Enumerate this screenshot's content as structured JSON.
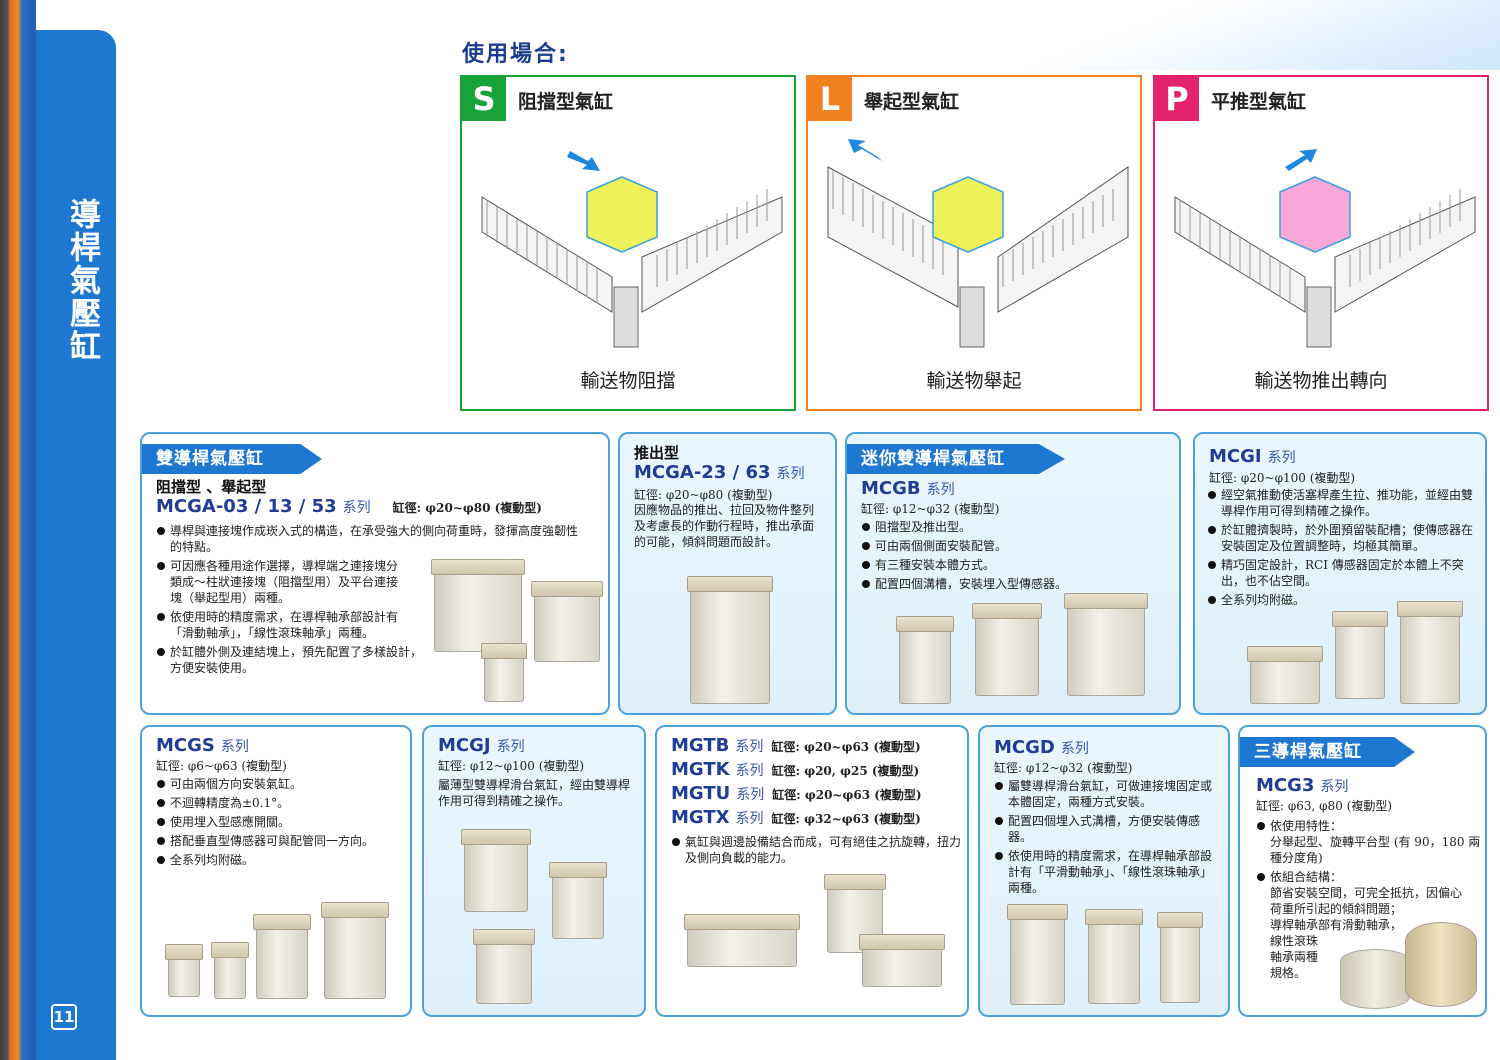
{
  "side_tab": {
    "title": "導桿氣壓缸"
  },
  "page_number": "11",
  "usage": {
    "title": "使用場合:",
    "scenes": [
      {
        "badge": "S",
        "title": "阻擋型氣缸",
        "caption": "輸送物阻擋",
        "color": "#1aa33a",
        "cube": "#eef25a"
      },
      {
        "badge": "L",
        "title": "舉起型氣缸",
        "caption": "輸送物舉起",
        "color": "#f0821e",
        "cube": "#eef25a"
      },
      {
        "badge": "P",
        "title": "平推型氣缸",
        "caption": "輸送物推出轉向",
        "color": "#e3226e",
        "cube": "#f7a8d8"
      }
    ]
  },
  "cards": {
    "mcga1": {
      "ribbon": "雙導桿氣壓缸",
      "sub": "阻擋型 、舉起型",
      "model": "MCGA-03 / 13 / 53",
      "series": "系列",
      "bore": "缸徑: φ20~φ80 (複動型)",
      "bullets": [
        "導桿與連接塊作成崁入式的構造，在承受強大的側向荷重時，發揮高度強韌性的特點。",
        "可因應各種用途作選擇，導桿端之連接塊分類成～柱狀連接塊（阻擋型用）及平台連接塊（舉起型用）兩種。",
        "依使用時的精度需求，在導桿軸承部設計有「滑動軸承」，「線性滾珠軸承」兩種。",
        "於缸體外側及連結塊上，預先配置了多樣設計，方便安裝使用。"
      ]
    },
    "mcga2": {
      "sub": "推出型",
      "model": "MCGA-23 / 63",
      "series": "系列",
      "bore": "缸徑: φ20~φ80 (複動型)",
      "text": "因應物品的推出、拉回及物件整列及考慮長的作動行程時，推出承面的可能，傾斜問題而設計。"
    },
    "mcgb": {
      "ribbon": "迷你雙導桿氣壓缸",
      "model": "MCGB",
      "series": "系列",
      "bore": "缸徑: φ12~φ32  (複動型)",
      "bullets": [
        "阻擋型及推出型。",
        "可由兩個側面安裝配管。",
        "有三種安裝本體方式。",
        "配置四個溝槽，安裝埋入型傳感器。"
      ]
    },
    "mcgi": {
      "model": "MCGI",
      "series": "系列",
      "bore": "缸徑: φ20~φ100 (複動型)",
      "bullets": [
        "經空氣推動使活塞桿產生拉、推功能，並經由雙導桿作用可得到精確之操作。",
        "於缸體擠製時，於外圍預留裝配槽；使傳感器在安裝固定及位置調整時，均極其簡單。",
        "精巧固定設計，RCI 傳感器固定於本體上不突出，也不佔空間。",
        "全系列均附磁。"
      ]
    },
    "mcgs": {
      "model": "MCGS",
      "series": "系列",
      "bore": "缸徑: φ6~φ63 (複動型)",
      "bullets": [
        "可由兩個方向安裝氣缸。",
        "不迴轉精度為±0.1°。",
        "使用埋入型感應開關。",
        "搭配垂直型傳感器可與配管同一方向。",
        "全系列均附磁。"
      ]
    },
    "mcgj": {
      "model": "MCGJ",
      "series": "系列",
      "bore": "缸徑: φ12~φ100 (複動型)",
      "text": "屬薄型雙導桿滑台氣缸，經由雙導桿作用可得到精確之操作。"
    },
    "mgt": {
      "models": [
        {
          "model": "MGTB",
          "series": "系列",
          "bore": "缸徑: φ20~φ63 (複動型)"
        },
        {
          "model": "MGTK",
          "series": "系列",
          "bore": "缸徑: φ20, φ25 (複動型)"
        },
        {
          "model": "MGTU",
          "series": "系列",
          "bore": "缸徑: φ20~φ63 (複動型)"
        },
        {
          "model": "MGTX",
          "series": "系列",
          "bore": "缸徑: φ32~φ63 (複動型)"
        }
      ],
      "bullets": [
        "氣缸與週邊設備結合而成，可有絕佳之抗旋轉，扭力及側向負載的能力。"
      ]
    },
    "mcgd": {
      "model": "MCGD",
      "series": "系列",
      "bore": "缸徑: φ12~φ32 (複動型)",
      "bullets": [
        "屬雙導桿滑台氣缸，可做連接塊固定或本體固定，兩種方式安裝。",
        "配置四個埋入式溝槽，方便安裝傳感器。",
        "依使用時的精度需求，在導桿軸承部設計有「平滑動軸承」、「線性滾珠軸承」兩種。"
      ]
    },
    "mcg3": {
      "ribbon": "三導桿氣壓缸",
      "model": "MCG3",
      "series": "系列",
      "bore": "缸徑: φ63, φ80 (複動型)",
      "b1": "依使用特性：",
      "b1text": "分舉起型、旋轉平台型 (有 90，180 兩種分度角)",
      "b2": "依組合結構：",
      "b2lines": [
        "節省安裝空間，可完全抵抗，因偏心",
        "荷重所引起的傾斜問題；",
        "導桿軸承部有滑動軸承，",
        "線性滾珠",
        "軸承兩種",
        "規格。"
      ]
    }
  }
}
